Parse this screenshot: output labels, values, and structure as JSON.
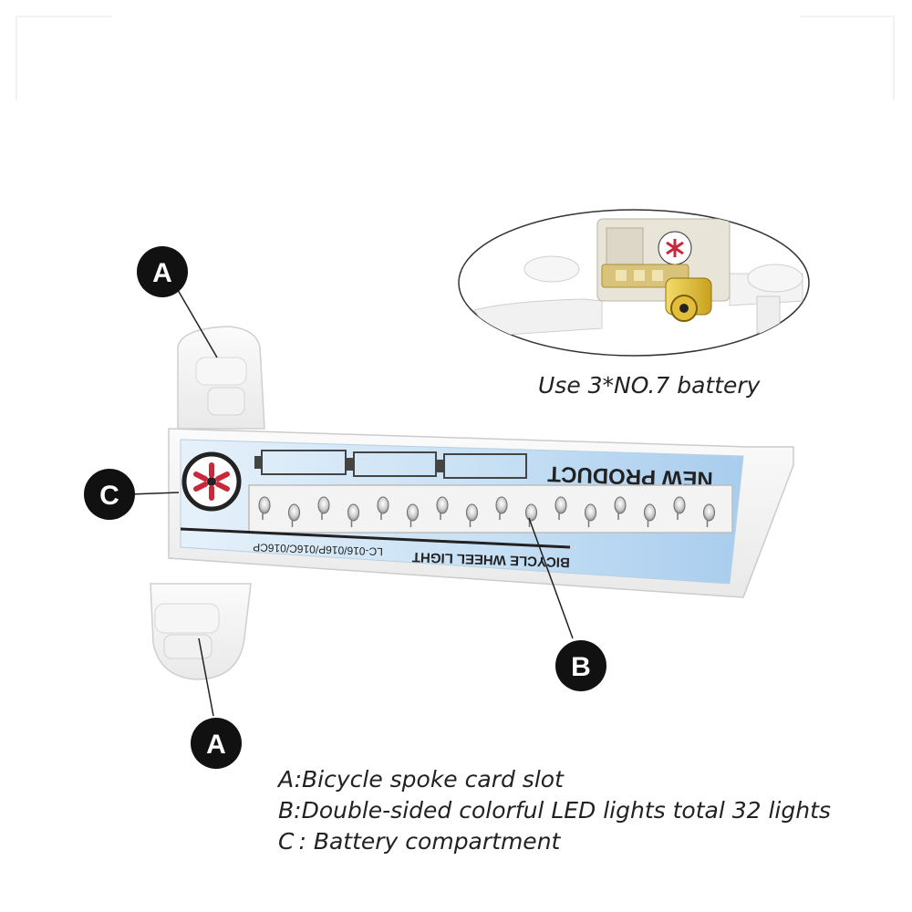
{
  "product": {
    "label_new": "NEW PRODUCT",
    "label_name": "BICYCLE WHEEL LIGHT",
    "label_model": "LC-016/016P/016C/016CP"
  },
  "callouts": {
    "a_top": "A",
    "a_bottom": "A",
    "b": "B",
    "c": "C"
  },
  "inset": {
    "caption": "Use 3*NO.7 battery"
  },
  "legend": {
    "a": "A:Bicycle spoke card slot",
    "b": "B:Double-sided colorful LED lights total 32 lights",
    "c": "C : Battery compartment"
  },
  "colors": {
    "callout_fill": "#111111",
    "label_blue": "#bcd9f0",
    "battery_gold": "#d8b429",
    "hub_red": "#c8283a"
  }
}
